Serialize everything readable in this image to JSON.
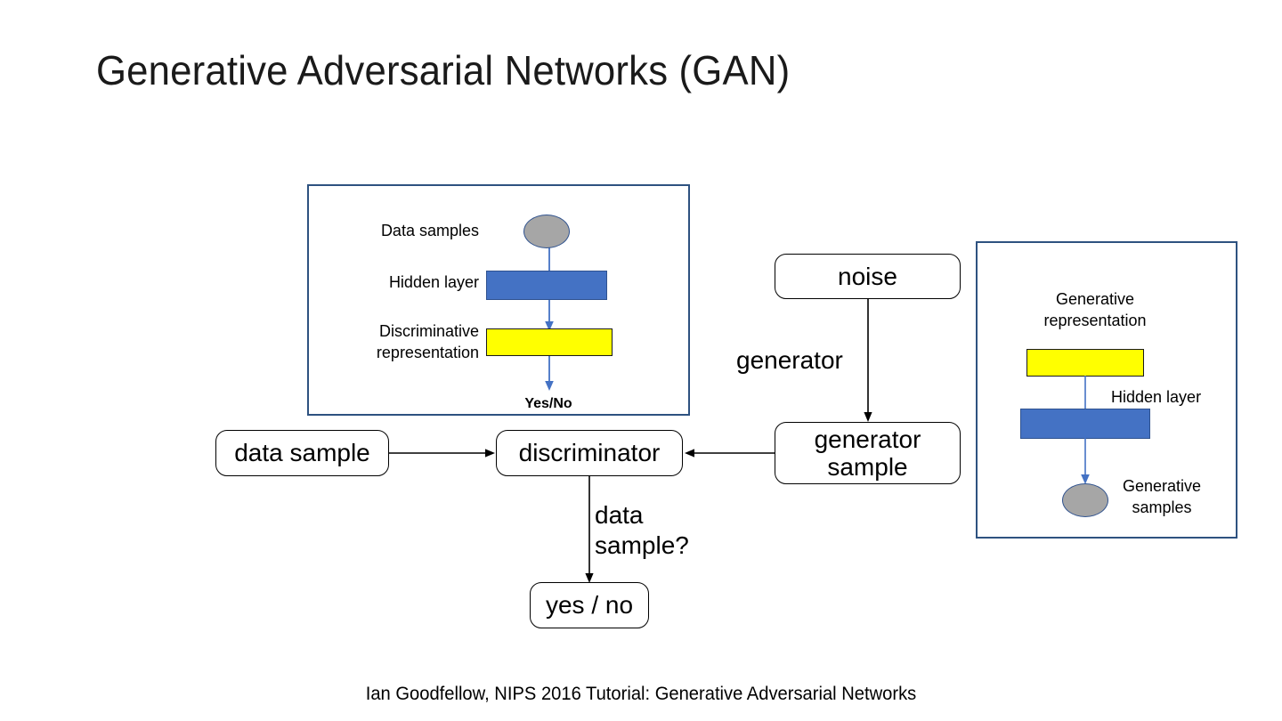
{
  "slide": {
    "title": "Generative Adversarial Networks (GAN)",
    "footer": "Ian Goodfellow, NIPS 2016 Tutorial: Generative Adversarial Networks"
  },
  "colors": {
    "panel_border": "#2e5280",
    "hidden_layer_bar": "#4472c4",
    "representation_bar": "#ffff00",
    "sample_node": "#a6a6a6",
    "arrow_blue": "#4472c4",
    "arrow_black": "#000000",
    "text": "#000000",
    "background": "#ffffff"
  },
  "discriminator_panel": {
    "name": "discriminator network detail",
    "labels": {
      "data_samples": "Data samples",
      "hidden_layer": "Hidden layer",
      "representation": "Discriminative\nrepresentation",
      "output": "Yes/No"
    },
    "nodes": [
      {
        "kind": "ellipse",
        "label": "Data samples",
        "color": "#a6a6a6"
      },
      {
        "kind": "bar",
        "label": "Hidden layer",
        "color": "#4472c4"
      },
      {
        "kind": "bar",
        "label": "Discriminative representation",
        "color": "#ffff00"
      },
      {
        "kind": "text",
        "label": "Yes/No",
        "color": "#000000"
      }
    ]
  },
  "generator_panel": {
    "name": "generator network detail",
    "labels": {
      "representation": "Generative\nrepresentation",
      "hidden_layer": "Hidden layer",
      "samples": "Generative\nsamples"
    },
    "nodes": [
      {
        "kind": "bar",
        "label": "Generative representation",
        "color": "#ffff00"
      },
      {
        "kind": "bar",
        "label": "Hidden layer",
        "color": "#4472c4"
      },
      {
        "kind": "ellipse",
        "label": "Generative samples",
        "color": "#a6a6a6"
      }
    ]
  },
  "flow": {
    "boxes": [
      {
        "id": "data-sample",
        "label": "data sample"
      },
      {
        "id": "discriminator",
        "label": "discriminator"
      },
      {
        "id": "noise",
        "label": "noise"
      },
      {
        "id": "generator-sample",
        "label": "generator\nsample"
      },
      {
        "id": "yes-no",
        "label": "yes / no"
      }
    ],
    "edge_labels": [
      {
        "id": "generator-edge-label",
        "label": "generator"
      },
      {
        "id": "data-sample-question",
        "label": "data\nsample?"
      }
    ]
  },
  "chart_data": {
    "type": "diagram",
    "title": "Generative Adversarial Networks (GAN)",
    "nodes": [
      "data sample",
      "discriminator",
      "yes / no",
      "noise",
      "generator sample",
      "Data samples",
      "Hidden layer",
      "Discriminative representation",
      "Yes/No",
      "Generative representation",
      "Hidden layer",
      "Generative samples"
    ],
    "edges": [
      {
        "from": "data sample",
        "to": "discriminator",
        "label": ""
      },
      {
        "from": "generator sample",
        "to": "discriminator",
        "label": ""
      },
      {
        "from": "discriminator",
        "to": "yes / no",
        "label": "data sample?"
      },
      {
        "from": "noise",
        "to": "generator sample",
        "label": "generator"
      },
      {
        "from": "Data samples",
        "to": "Hidden layer",
        "label": ""
      },
      {
        "from": "Hidden layer",
        "to": "Discriminative representation",
        "label": ""
      },
      {
        "from": "Discriminative representation",
        "to": "Yes/No",
        "label": ""
      },
      {
        "from": "Generative representation",
        "to": "Hidden layer",
        "label": ""
      },
      {
        "from": "Hidden layer",
        "to": "Generative samples",
        "label": ""
      }
    ]
  }
}
